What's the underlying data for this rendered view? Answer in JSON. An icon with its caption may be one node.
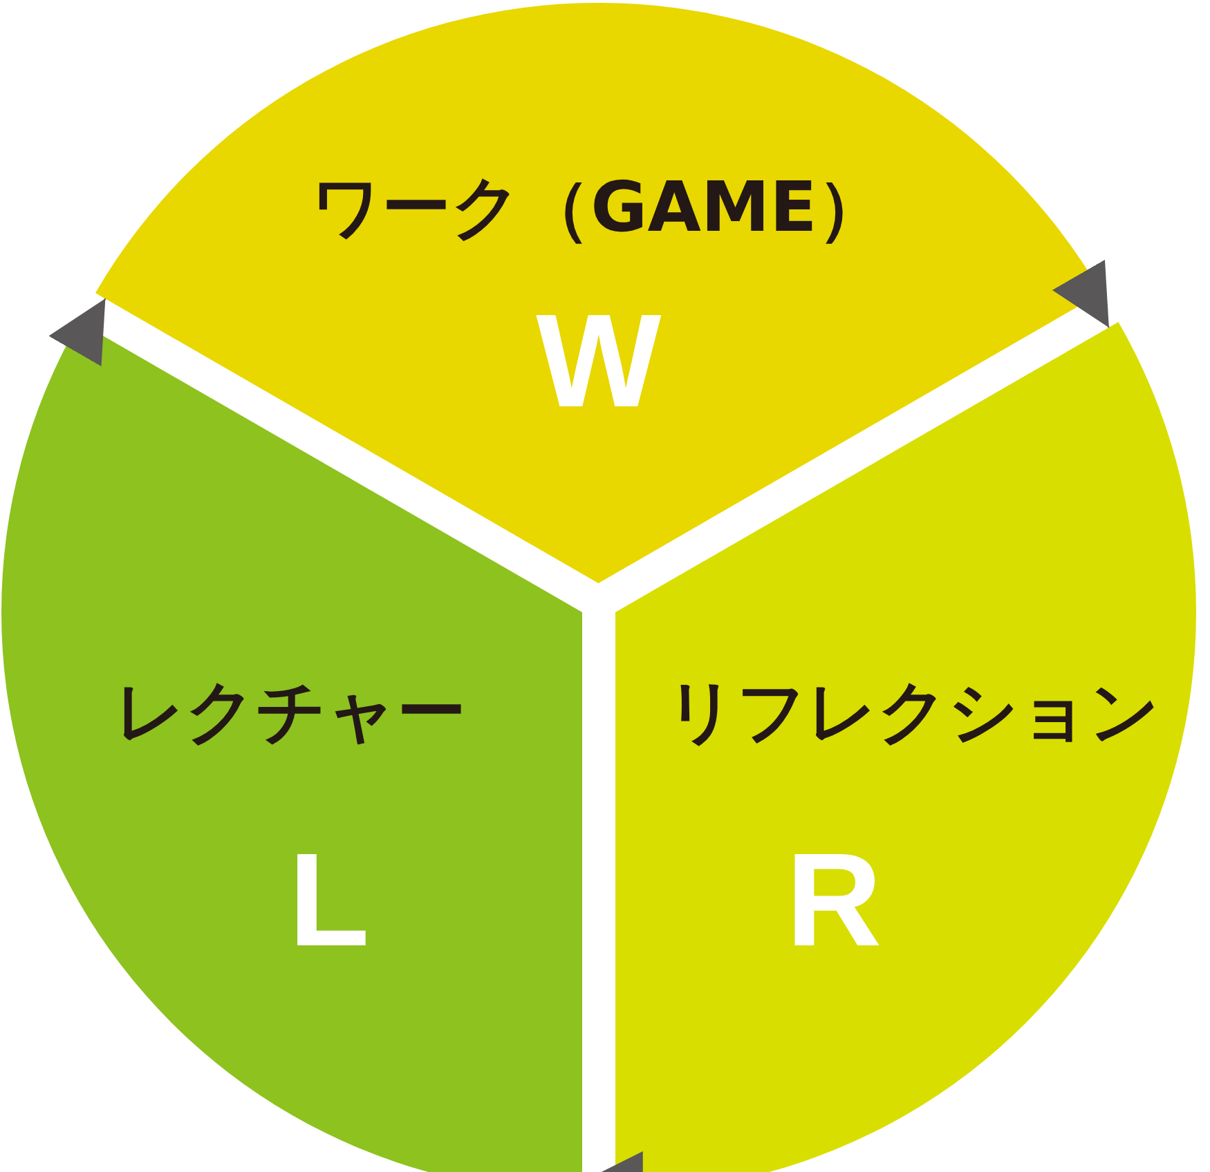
{
  "diagram": {
    "nodes": [
      {
        "text": [
          "ワーク（GAME）",
          "W"
        ]
      },
      {
        "text": [
          "リフレクション",
          "R"
        ]
      },
      {
        "text": [
          "レクチャー",
          "L"
        ]
      }
    ],
    "edges": [
      {
        "from": 0,
        "to": 1,
        "arrow": "to"
      },
      {
        "from": 1,
        "to": 2,
        "arrow": "to"
      },
      {
        "from": 2,
        "to": 0,
        "arrow": "to"
      }
    ]
  }
}
